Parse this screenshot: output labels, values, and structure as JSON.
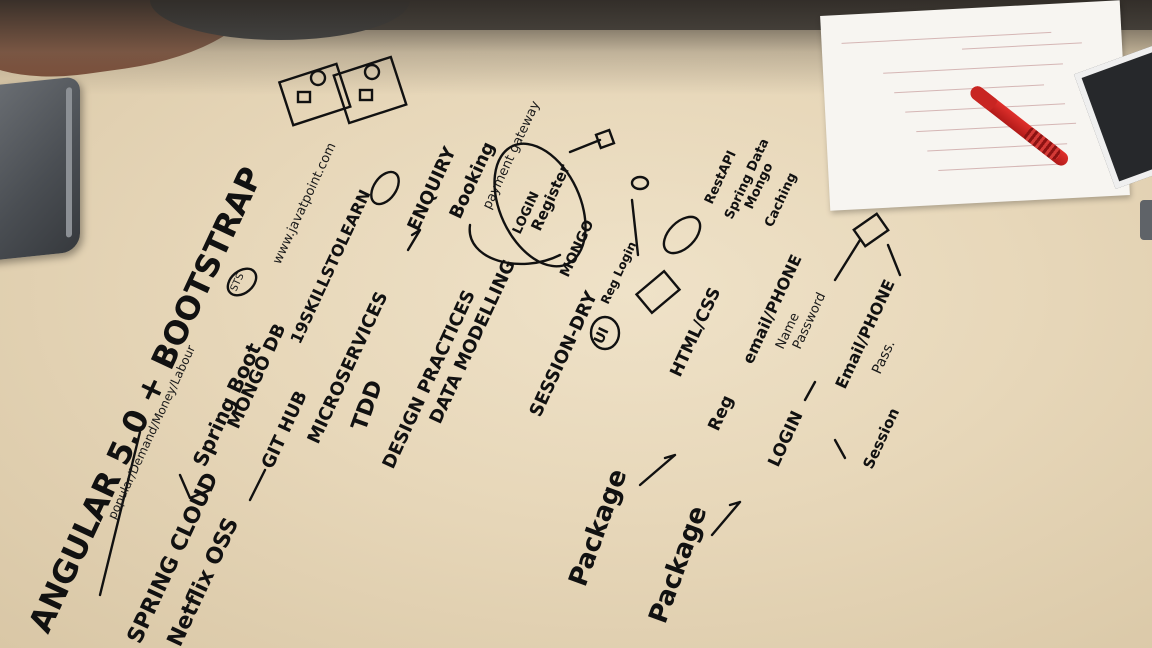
{
  "notes": {
    "title": "ANGULAR 5.0 + BOOTSTRAP",
    "subtitle": "popular/Demand/Money/Labour",
    "spring_cloud": "SPRING CLOUD",
    "netflix": "Netflix OSS",
    "spring_boot": "Spring Boot",
    "mongo_db": "MONGO DB",
    "git_hub": "GIT HUB",
    "skillstolearn": "19SKILLSTOLEARN",
    "javatpoint": "www.javatpoint.com",
    "microservices": "MICROSERVICES",
    "tdd": "TDD",
    "design_practices": "DESIGN PRACTICES",
    "data_modelling": "DATA MODELLING",
    "sts": "STS",
    "enquiry": "ENQUIRY",
    "booking": "Booking",
    "payment_gateway": "payment gateway",
    "login": "LOGIN",
    "register": "Register",
    "mongo": "MONGO",
    "session_dry": "SESSION-DRY",
    "reg_login": "Reg Login",
    "ui": "UI",
    "rest_api": "RestAPI",
    "spring_data": "Spring Data",
    "mongo2": "Mongo",
    "caching": "Caching",
    "html_css": "HTML/CSS",
    "reg": "Reg",
    "email_phone": "email/PHONE",
    "name": "Name",
    "password": "Password",
    "login2": "LOGIN",
    "email_phone2": "Email/PHONE",
    "pass": "Pass.",
    "session": "Session",
    "package1": "Package",
    "package2": "Package"
  },
  "colors": {
    "ink": "#111111",
    "table": "#e7d7b9",
    "pen": "#d02a27",
    "laptop": "#4a4e53"
  }
}
